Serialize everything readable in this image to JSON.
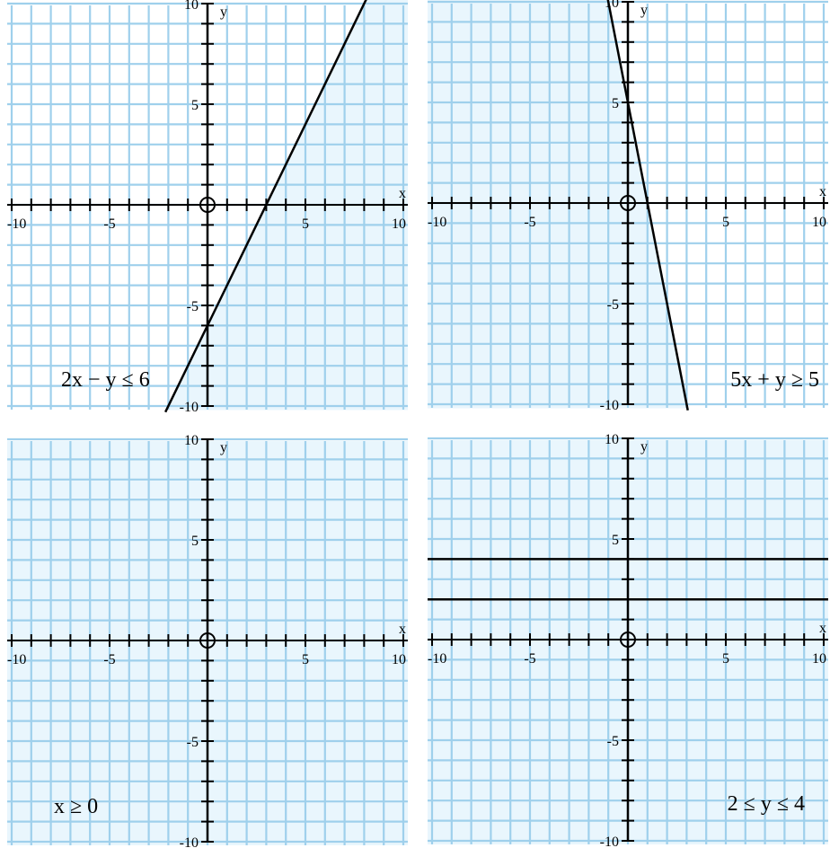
{
  "axes": {
    "x_label": "x",
    "y_label": "y",
    "x_ticks": [
      {
        "value": -10,
        "label": "-10"
      },
      {
        "value": -5,
        "label": "-5"
      },
      {
        "value": 5,
        "label": "5"
      },
      {
        "value": 10,
        "label": "10"
      }
    ],
    "y_ticks": [
      {
        "value": 10,
        "label": "10"
      },
      {
        "value": 5,
        "label": "5"
      },
      {
        "value": -5,
        "label": "-5"
      },
      {
        "value": -10,
        "label": "-10"
      }
    ],
    "xlim": [
      -10,
      10
    ],
    "ylim": [
      -10,
      10
    ],
    "grid_step": 1
  },
  "colors": {
    "grid": "#9fd0ec",
    "shade": "#e9f6fd",
    "line": "#000000",
    "axis": "#000000"
  },
  "panels": [
    {
      "id": "panel-1",
      "inequality": "2x − y ≤ 6",
      "boundary_lines": [
        {
          "type": "line",
          "slope": 2,
          "intercept": -6
        }
      ],
      "shaded_region": "right-of-line"
    },
    {
      "id": "panel-2",
      "inequality": "5x + y ≥ 5",
      "boundary_lines": [
        {
          "type": "line",
          "slope": -5,
          "intercept": 5
        }
      ],
      "shaded_region": "left-of-line"
    },
    {
      "id": "panel-3",
      "inequality": "x ≥ 0",
      "boundary_lines": [],
      "shaded_region": "all"
    },
    {
      "id": "panel-4",
      "inequality": "2 ≤ y ≤ 4",
      "boundary_lines": [
        {
          "type": "horizontal",
          "y": 4
        },
        {
          "type": "horizontal",
          "y": 2
        }
      ],
      "shaded_region": "all"
    }
  ]
}
